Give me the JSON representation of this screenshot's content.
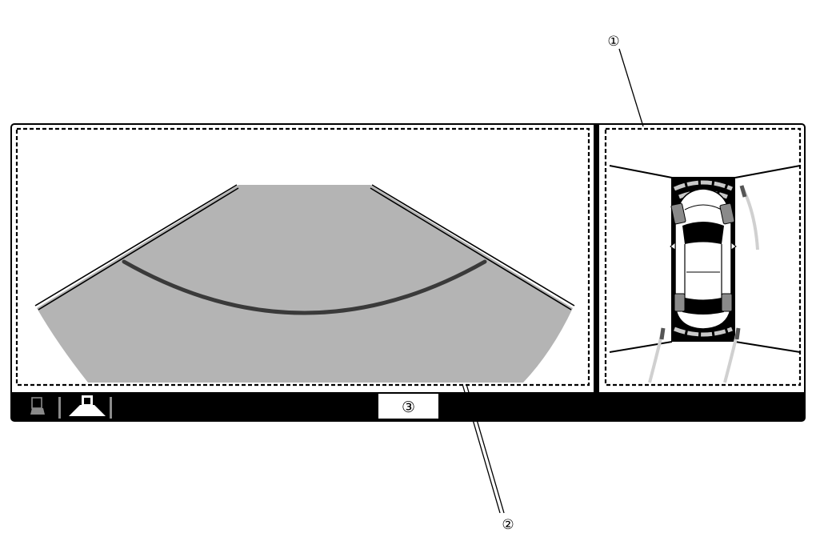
{
  "callouts": [
    {
      "id": "1",
      "label": "①",
      "target": "top-view"
    },
    {
      "id": "2",
      "label": "②",
      "target": "camera-view"
    }
  ],
  "toolbar": {
    "badge_label": "③",
    "icons": [
      "rear-camera-view-icon",
      "top-rear-view-icon"
    ]
  },
  "colors": {
    "frame": "#000000",
    "ground": "#b4b4b4",
    "guide_line": "#3a3a3a",
    "sensor_segment": "#c8c8c8",
    "trajectory": "#d0d0d0"
  }
}
